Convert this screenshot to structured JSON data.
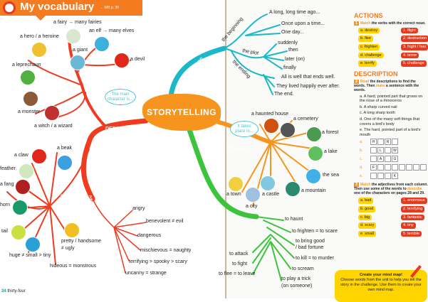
{
  "header": {
    "title": "My vocabulary",
    "workbook_ref": "→ WB p. 30"
  },
  "center": "STORYTELLING",
  "description": {
    "label": "DESCRIPTION",
    "bubble": "The main character is...",
    "characters_label": "Characters",
    "features_label": "Features",
    "adjectives_label": "Adjectives",
    "characters": [
      "a fairy → many fairies",
      "an elf → many elves",
      "a hero / a heroine",
      "a giant",
      "a devil",
      "a leprechaun",
      "a monster",
      "a witch / a wizard"
    ],
    "features": [
      "a claw",
      "a beak",
      "feather",
      "a fang",
      "horn",
      "tail",
      "huge ≠ small > tiny",
      "pretty / handsome",
      "≠ ugly",
      "hideous = monstrous"
    ],
    "adjectives": [
      "angry",
      "benevolent ≠ evil",
      "dangerous",
      "mischievous = naughty",
      "terrifying > spooky > scary",
      "uncanny = strange"
    ]
  },
  "structure": {
    "label": "STRUCTURE",
    "beginning_label": "the beginning",
    "plot_label": "the plot",
    "ending_label": "the ending",
    "beginning": [
      "A long, long time ago...",
      "Once upon a time...",
      "One day..."
    ],
    "plot": [
      "suddenly",
      "then",
      "later (on)",
      "finally"
    ],
    "ending": [
      "All is well that ends well.",
      "They lived happily ever after.",
      "The end."
    ]
  },
  "places": {
    "label": "PLACES",
    "bubble": "It takes place in...",
    "items": [
      "a haunted house",
      "a cemetery",
      "a forest",
      "a lake",
      "the sea",
      "a mountain",
      "a castle",
      "a town",
      "a city"
    ]
  },
  "actions": {
    "label": "ACTIONS",
    "items": [
      "to haunt",
      "to frighten = to scare",
      "to bring good",
      "/ bad fortune",
      "to kill = to murder",
      "to scream",
      "to play a trick",
      "(on someone)",
      "to attack",
      "to fight",
      "to flee = to leave"
    ]
  },
  "exercises": {
    "actions_heading": "ACTIONS",
    "ex1": {
      "num": "1",
      "verb": "Match",
      "rest": "the verbs with the correct noun.",
      "left": [
        "a. destroy",
        "b. flee",
        "c. frighten",
        "d. challenge",
        "e. terrify"
      ],
      "right": [
        "1. flight",
        "2. destruction",
        "3. fright / fear",
        "4. terror",
        "5. challenge"
      ]
    },
    "description_heading": "DESCRIPTION",
    "ex2": {
      "num": "2",
      "verb": "Read",
      "rest": "the descriptions to find the words.",
      "then": "Then",
      "make": "make",
      "rest2": "a sentence with the words.",
      "items": [
        "a. A hard, pointed part that grows on the nose of a rhinoceros",
        "b. A sharp curved nail",
        "c. A long sharp tooth",
        "d. One of the many soft things that covers a bird's body",
        "e. The hard, pointed part of a bird's mouth"
      ],
      "grid": [
        {
          "l": "a.",
          "cells": [
            "H",
            "",
            "R",
            ""
          ]
        },
        {
          "l": "b.",
          "cells": [
            "",
            "L",
            "",
            "W"
          ]
        },
        {
          "l": "c.",
          "cells": [
            "",
            "A",
            "",
            "G"
          ]
        },
        {
          "l": "d.",
          "cells": [
            "F",
            "",
            "",
            "",
            "",
            "",
            "",
            ""
          ]
        },
        {
          "l": "e.",
          "cells": [
            "",
            "",
            "",
            "K"
          ]
        }
      ]
    },
    "ex3": {
      "num": "3",
      "verb": "Match",
      "rest": "the adjectives from each column. Then use some of the words to",
      "describe": "describe",
      "rest2": "one of the characters on pages 28 and 29.",
      "left": [
        "a. bad",
        "b. good",
        "c. big",
        "d. scary",
        "e. small"
      ],
      "right": [
        "1. enormous",
        "2. terrifying",
        "3. fantastic",
        "4. tiny",
        "5. terrible"
      ]
    }
  },
  "callout": {
    "title": "Create your mind map!",
    "text": "Choose words from the unit to help you tell the story in the challenge. Use them to create your own mind map."
  },
  "page": {
    "number": "34",
    "words": "thirty-four"
  },
  "colors": {
    "description": "#ef3b1f",
    "structure": "#1bb8c8",
    "places": "#f7941d",
    "actions": "#3cc43c"
  }
}
